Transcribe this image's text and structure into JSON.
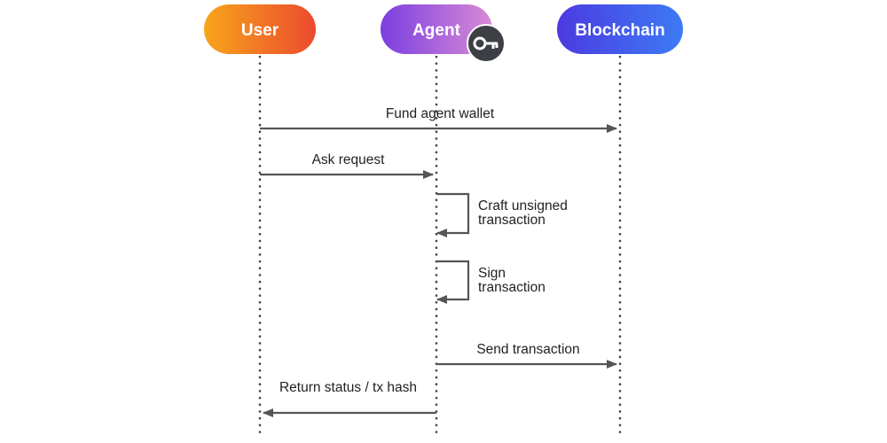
{
  "actors": [
    {
      "id": "user",
      "label": "User",
      "gradient": [
        "#f7a51c",
        "#ec4a2e"
      ]
    },
    {
      "id": "agent",
      "label": "Agent",
      "gradient": [
        "#7b3fe0",
        "#d88ad6"
      ]
    },
    {
      "id": "blockchain",
      "label": "Blockchain",
      "gradient": [
        "#4b3ae0",
        "#3d7bf5"
      ]
    }
  ],
  "agent_badge": {
    "icon": "key-icon",
    "color": "#3c3f44"
  },
  "messages": [
    {
      "from": "user",
      "to": "blockchain",
      "label": [
        "Fund agent wallet"
      ]
    },
    {
      "from": "user",
      "to": "agent",
      "label": [
        "Ask request"
      ]
    },
    {
      "from": "agent",
      "to": "agent",
      "label": [
        "Craft unsigned",
        "transaction"
      ]
    },
    {
      "from": "agent",
      "to": "agent",
      "label": [
        "Sign",
        "transaction"
      ]
    },
    {
      "from": "agent",
      "to": "blockchain",
      "label": [
        "Send transaction"
      ]
    },
    {
      "from": "agent",
      "to": "user",
      "label": [
        "Return status / tx hash"
      ]
    }
  ],
  "colors": {
    "arrow": "#555555",
    "lifeline": "#444444",
    "text": "#222222"
  }
}
